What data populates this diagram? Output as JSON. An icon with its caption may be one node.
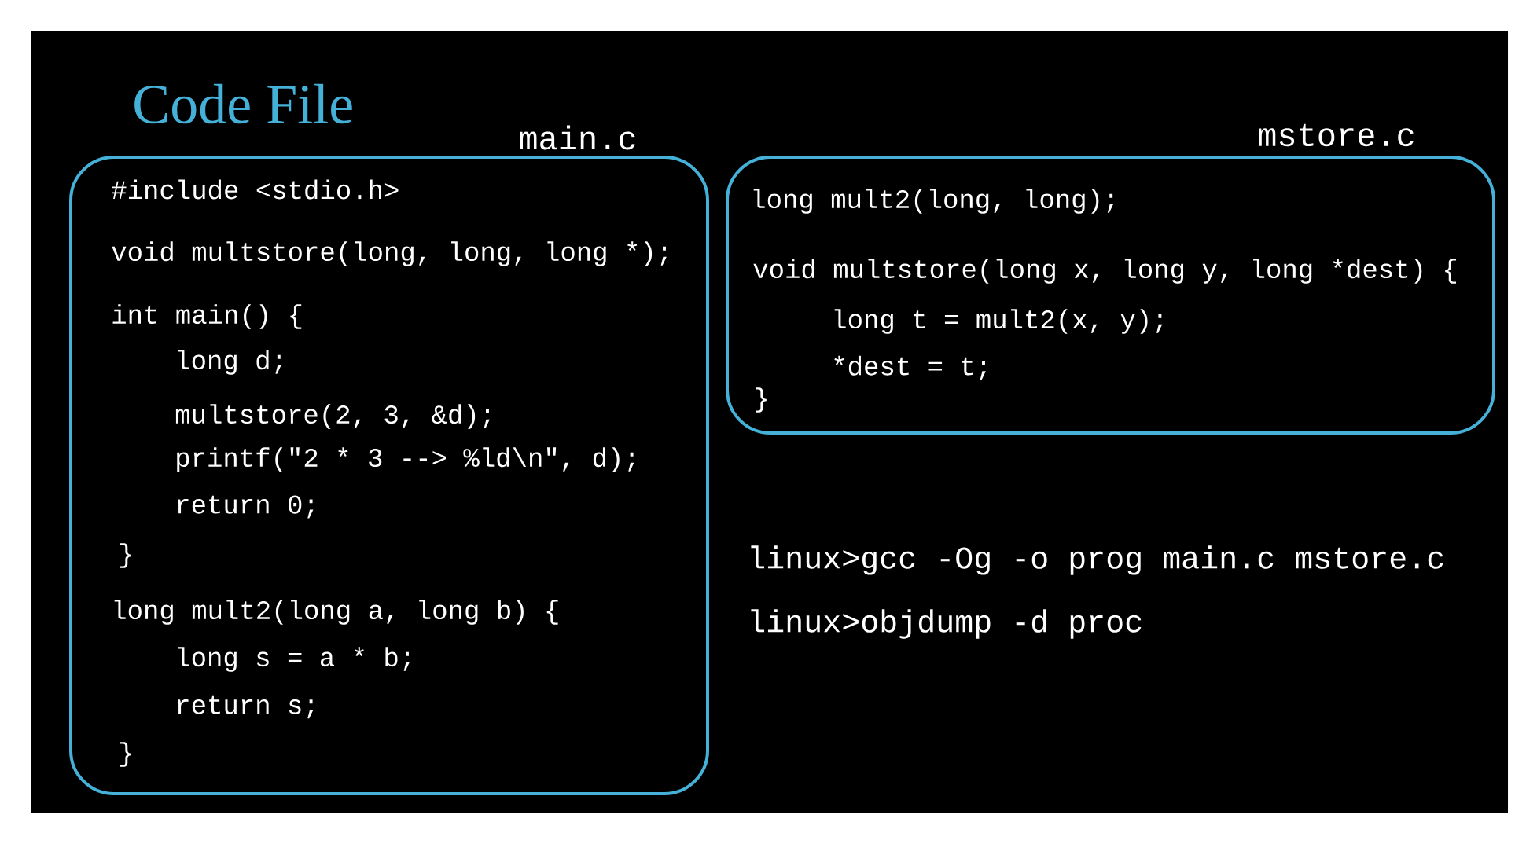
{
  "diagram": {
    "title": "Code File",
    "nodes": [
      {
        "text": [
          "main.c",
          "#include <stdio.h>",
          "void multstore(long, long, long *);",
          "int main() {",
          "long d;",
          "multstore(2, 3, &d);",
          "printf(\"2 * 3 --> %ld\\n\", d);",
          "return 0;",
          "}",
          "long mult2(long a, long b) {",
          "long s = a * b;",
          "return s;",
          "}"
        ]
      },
      {
        "text": [
          "mstore.c",
          "long mult2(long, long);",
          "void multstore(long x, long y, long *dest) {",
          "long t = mult2(x, y);",
          "*dest = t;",
          "}"
        ]
      }
    ],
    "labels": [
      "linux>gcc -Og -o prog main.c mstore.c",
      "linux>objdump -d proc"
    ]
  }
}
